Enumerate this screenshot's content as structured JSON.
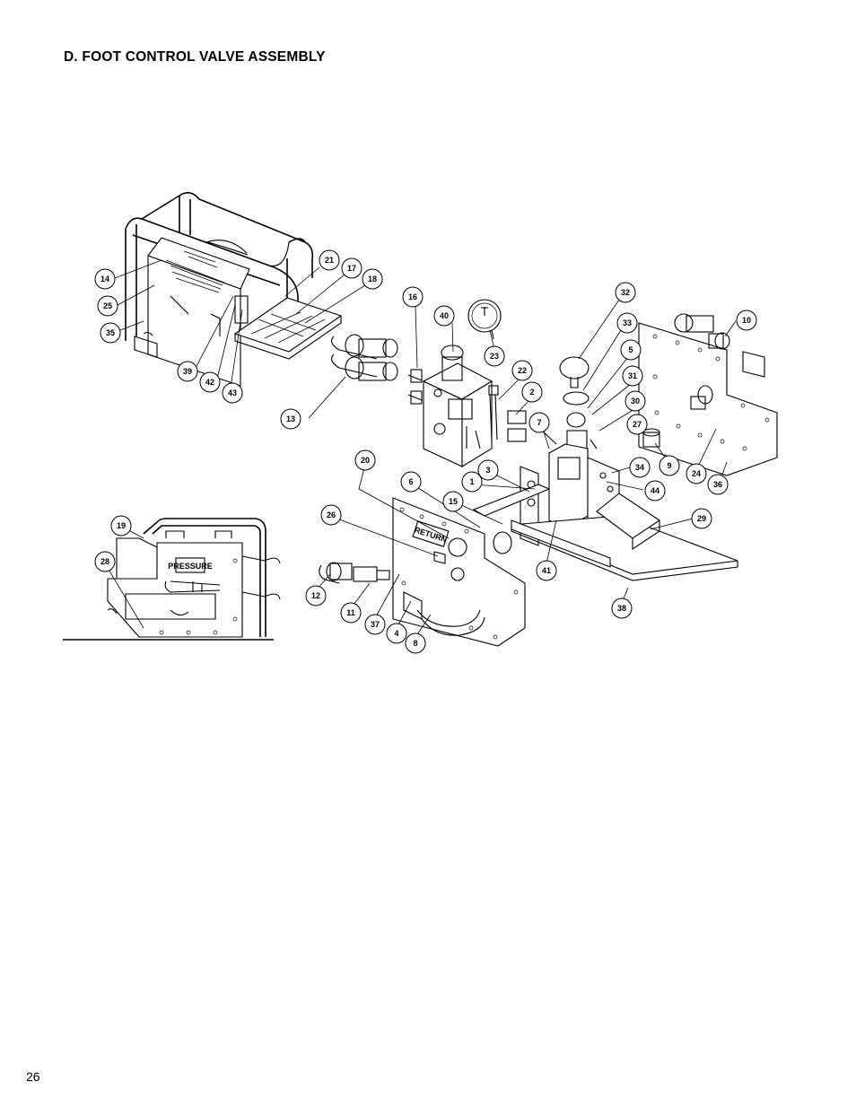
{
  "heading": "D.  FOOT CONTROL VALVE ASSEMBLY",
  "page_number": "26",
  "labels": {
    "return": "RETURN",
    "pressure": "PRESSURE"
  },
  "callouts": [
    "14",
    "25",
    "35",
    "21",
    "17",
    "18",
    "39",
    "42",
    "43",
    "16",
    "40",
    "23",
    "32",
    "33",
    "5",
    "31",
    "30",
    "27",
    "10",
    "13",
    "22",
    "2",
    "7",
    "3",
    "1",
    "15",
    "34",
    "44",
    "9",
    "24",
    "36",
    "20",
    "6",
    "26",
    "29",
    "41",
    "38",
    "19",
    "28",
    "12",
    "11",
    "37",
    "4",
    "8"
  ]
}
